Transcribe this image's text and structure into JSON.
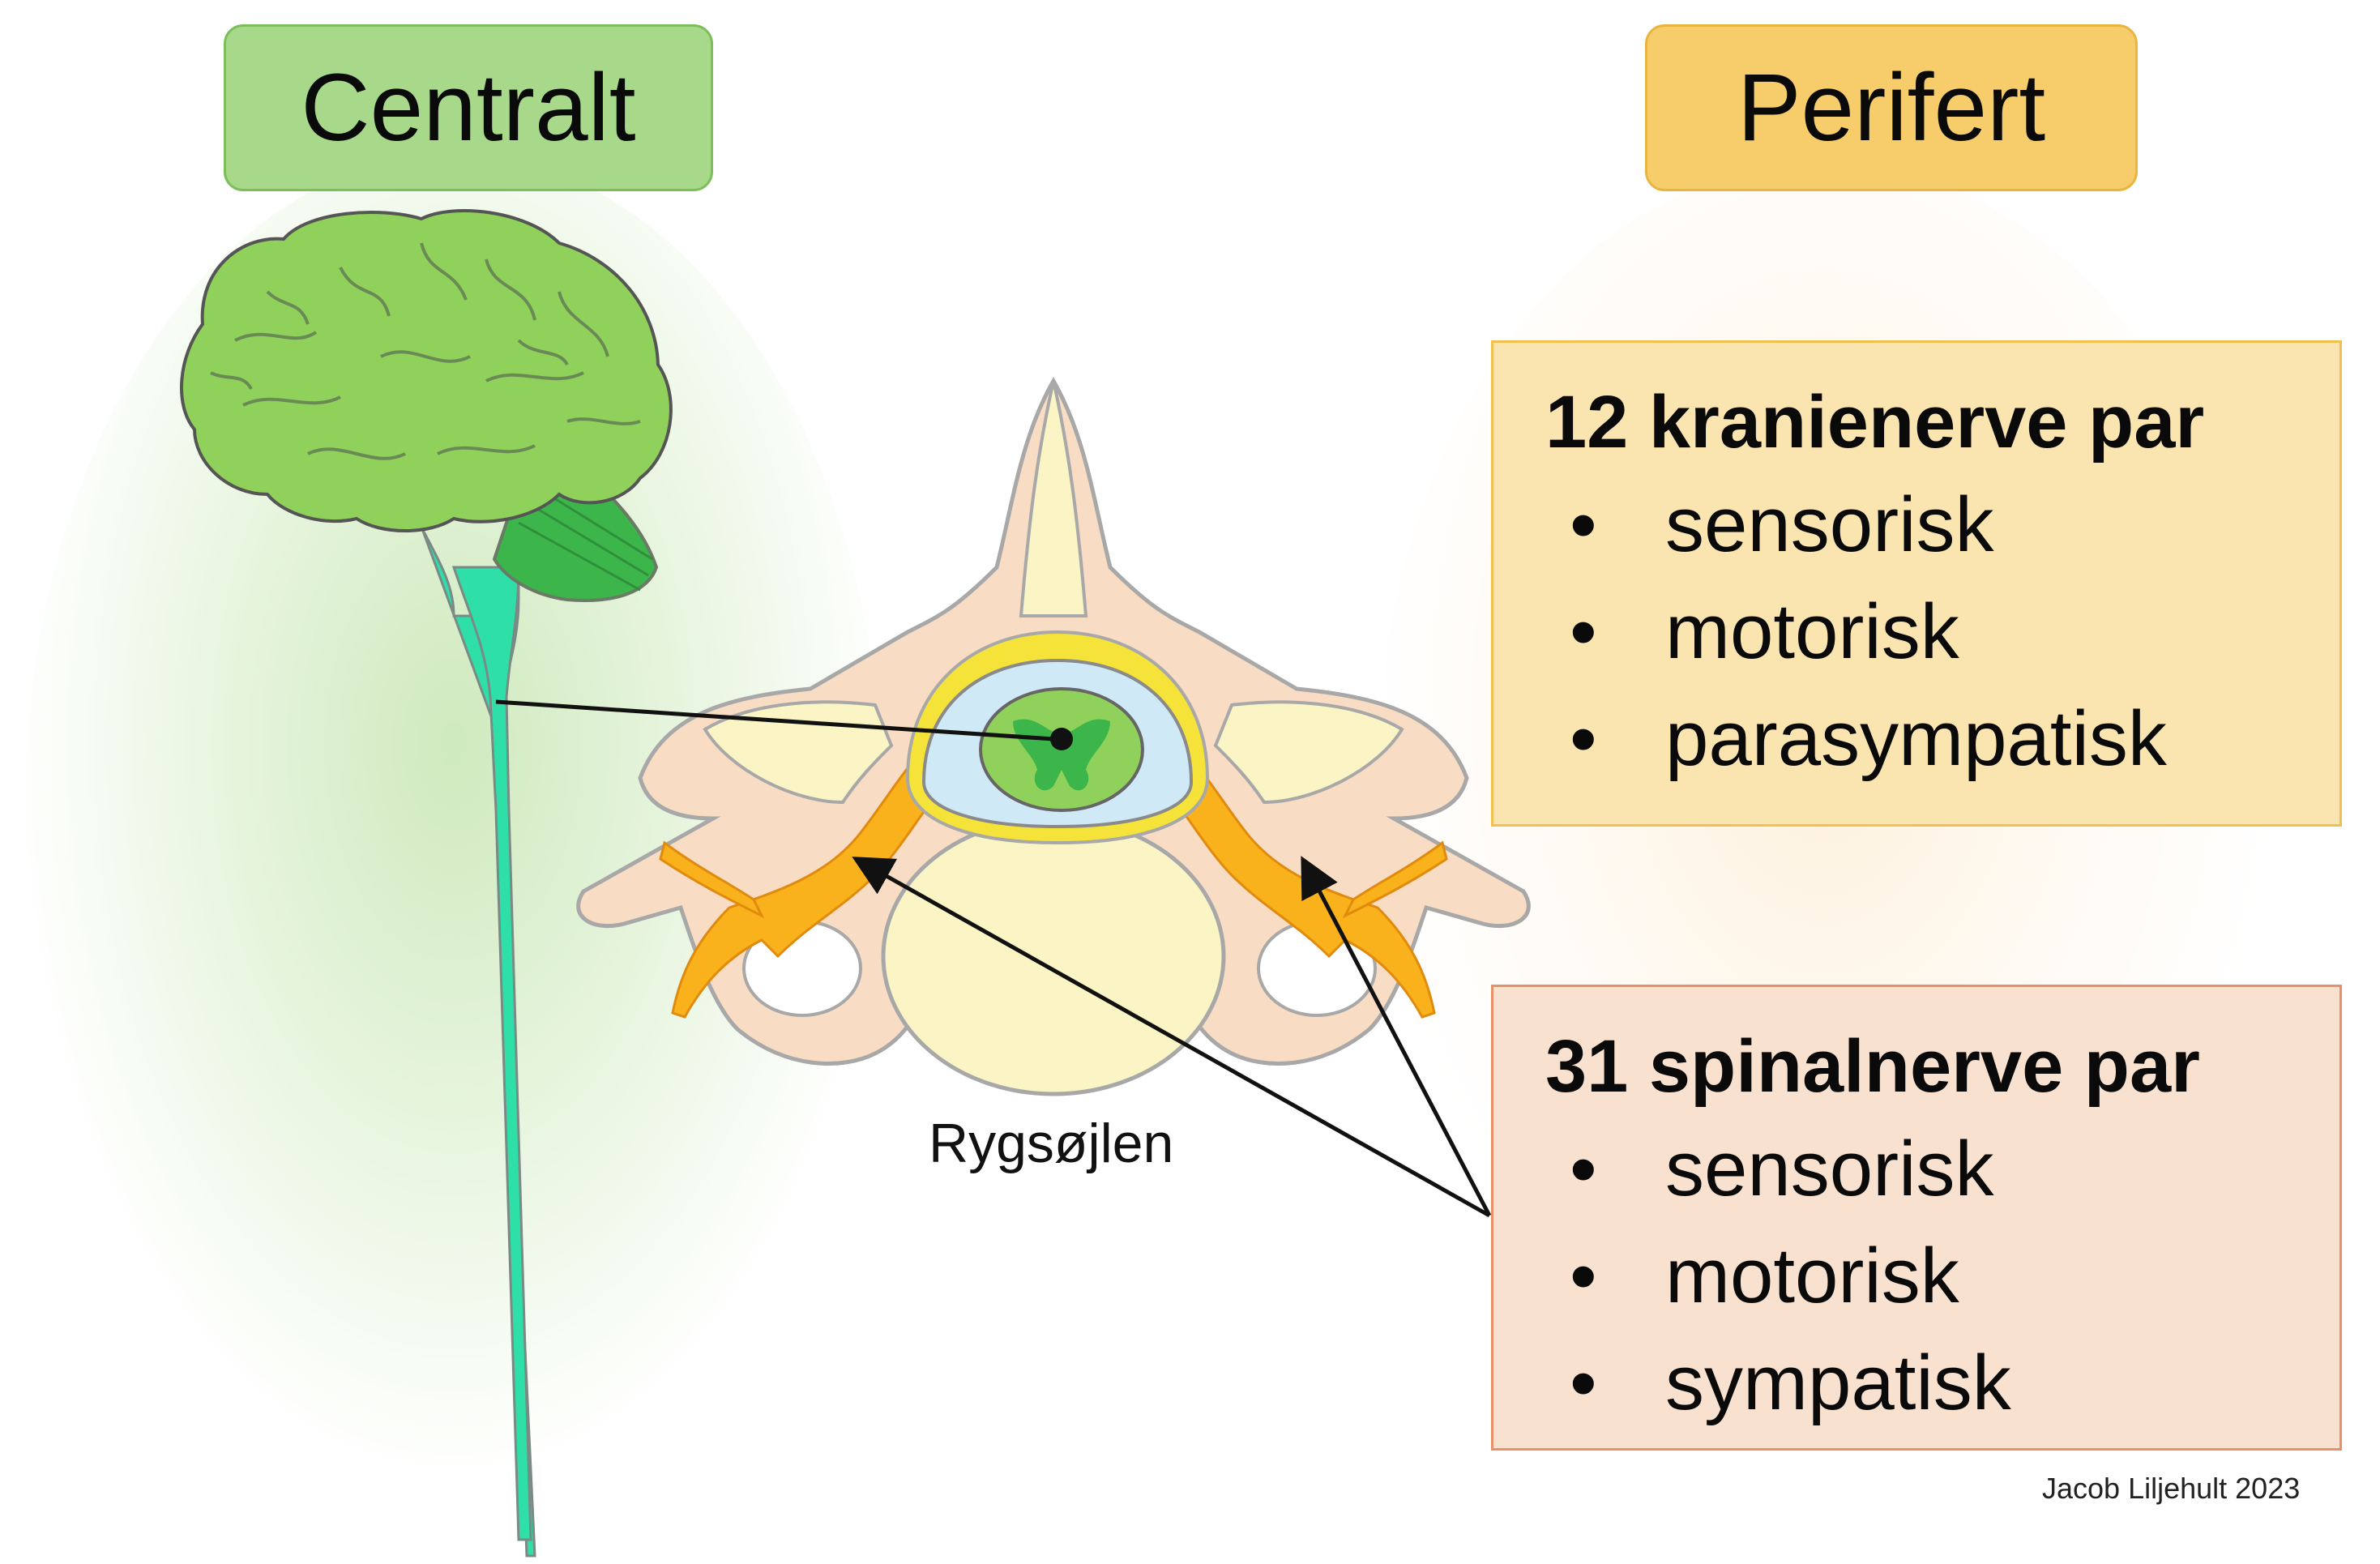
{
  "labels": {
    "central": "Centralt",
    "peripheral": "Perifert",
    "spine": "Rygsøjlen",
    "credit": "Jacob Liljehult 2023"
  },
  "cranial_box": {
    "title": "12 kranienerve par",
    "items": [
      "sensorisk",
      "motorisk",
      "parasympatisk"
    ]
  },
  "spinal_box": {
    "title": "31 spinalnerve par",
    "items": [
      "sensorisk",
      "motorisk",
      "sympatisk"
    ]
  },
  "bullet": "•",
  "colors": {
    "central_tag": "#a8d98a",
    "peripheral_tag": "#f6cd6a",
    "brain": "#8fd15a",
    "cerebellum": "#3cb54a",
    "spinal_cord": "#2ee0a8",
    "vertebra": "#fbf2c2",
    "nerve": "#f9b21b",
    "cranial_box": "#fae4b0",
    "spinal_box": "#f9e1d0"
  }
}
